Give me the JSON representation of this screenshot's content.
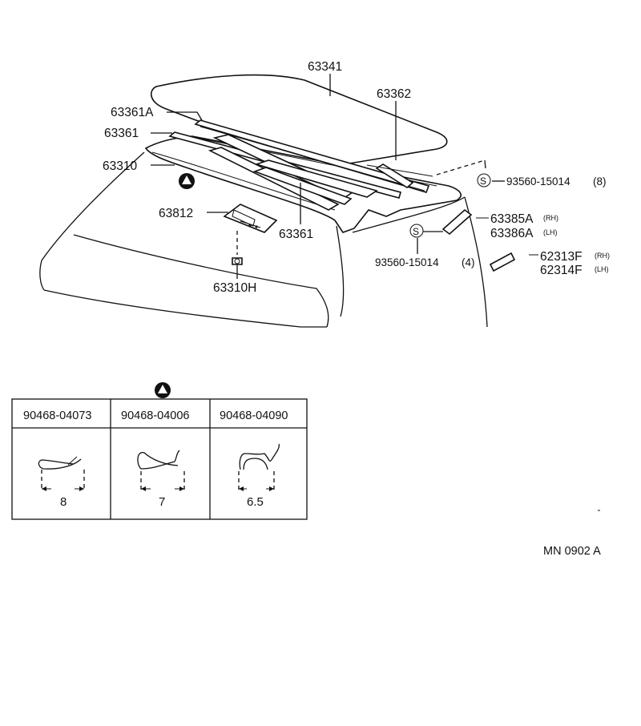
{
  "callouts": {
    "p63341": "63341",
    "p63362": "63362",
    "p63361A": "63361A",
    "p63361_upper": "63361",
    "p63310": "63310",
    "p63812": "63812",
    "p63361_lower": "63361",
    "p63310H": "63310H",
    "screw_s": "S",
    "p93560_15014_8": "93560-15014",
    "qty_8": "(8)",
    "p63385A": "63385A",
    "rh_1": "(RH)",
    "p63386A": "63386A",
    "lh_1": "(LH)",
    "p93560_15014_4": "93560-15014",
    "qty_4": "(4)",
    "p62313F": "62313F",
    "rh_2": "(RH)",
    "p62314F": "62314F",
    "lh_2": "(LH)"
  },
  "clip_table": {
    "columns": [
      {
        "part_no": "90468-04073",
        "dimension": "8"
      },
      {
        "part_no": "90468-04006",
        "dimension": "7"
      },
      {
        "part_no": "90468-04090",
        "dimension": "6.5"
      }
    ]
  },
  "reference_code": "MN 0902  A"
}
